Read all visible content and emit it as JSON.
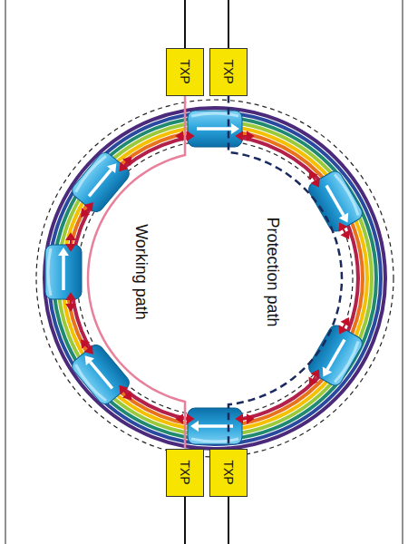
{
  "diagram": {
    "nodes": [
      {
        "text": [
          "TXP"
        ]
      },
      {
        "text": [
          "TXP"
        ]
      },
      {
        "text": [
          "TXP"
        ]
      },
      {
        "text": [
          "TXP"
        ]
      }
    ],
    "edges": [
      {
        "from": 0,
        "to": 2,
        "arrow": "none"
      },
      {
        "from": 1,
        "to": 3,
        "arrow": "none"
      }
    ],
    "labels": [
      "Working path",
      "Protection path"
    ]
  }
}
